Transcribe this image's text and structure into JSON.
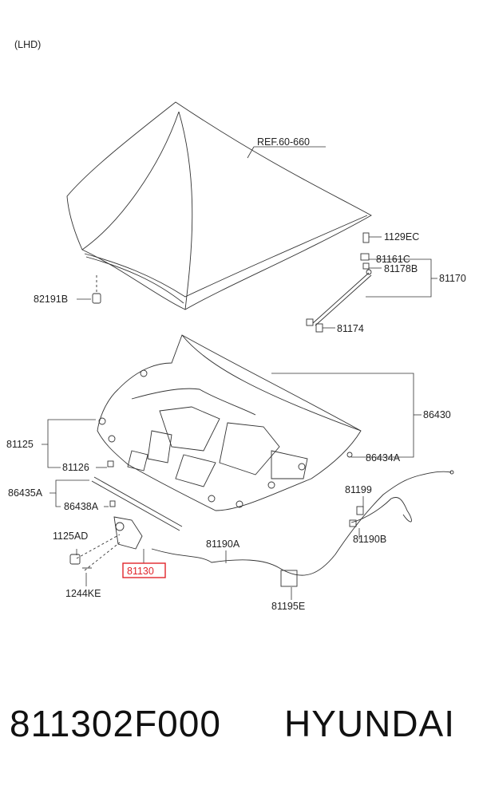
{
  "diagram": {
    "variant": "(LHD)",
    "ref": "REF.60-660",
    "parts": {
      "p1129EC": "1129EC",
      "p81161C": "81161C",
      "p81178B": "81178B",
      "p81170": "81170",
      "p82191B": "82191B",
      "p81174": "81174",
      "p86430": "86430",
      "p81125": "81125",
      "p81126": "81126",
      "p86434A": "86434A",
      "p86435A": "86435A",
      "p86438A": "86438A",
      "p81199": "81199",
      "p1125AD": "1125AD",
      "p81190A": "81190A",
      "p81190B": "81190B",
      "p81130": "81130",
      "p1244KE": "1244KE",
      "p81195E": "81195E"
    },
    "highlight_color": "#e0242a"
  },
  "footer": {
    "part_number": "811302F000",
    "brand": "HYUNDAI"
  }
}
